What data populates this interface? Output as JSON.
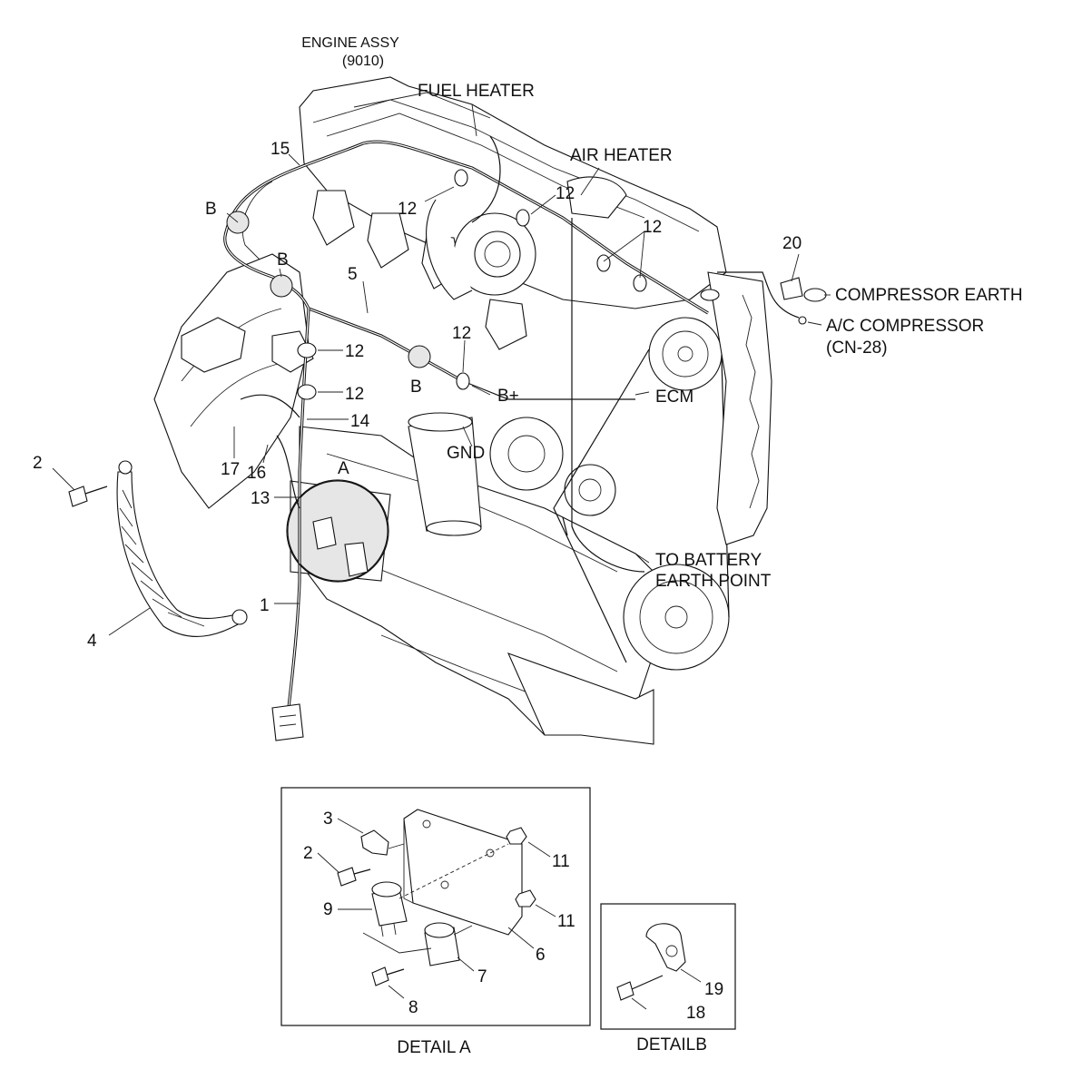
{
  "labels": {
    "engine_assy": "ENGINE ASSY",
    "engine_code": "(9010)",
    "fuel_heater": "FUEL HEATER",
    "air_heater": "AIR HEATER",
    "compressor_earth": "COMPRESSOR EARTH",
    "ac_compressor": "A/C COMPRESSOR",
    "ac_connector": "(CN-28)",
    "ecm": "ECM",
    "to_battery_line1": "TO BATTERY",
    "to_battery_line2": "EARTH POINT",
    "b_plus": "B+",
    "gnd": "GND",
    "detail_a_marker": "A",
    "b_marker": "B",
    "detail_a_title": "DETAIL A",
    "detail_b_title": "DETAILB"
  },
  "part_numbers": {
    "p1": "1",
    "p2": "2",
    "p3": "3",
    "p4": "4",
    "p5": "5",
    "p6": "6",
    "p7": "7",
    "p8": "8",
    "p9": "9",
    "p11": "11",
    "p12": "12",
    "p13": "13",
    "p14": "14",
    "p15": "15",
    "p16": "16",
    "p17": "17",
    "p18": "18",
    "p19": "19",
    "p20": "20"
  }
}
